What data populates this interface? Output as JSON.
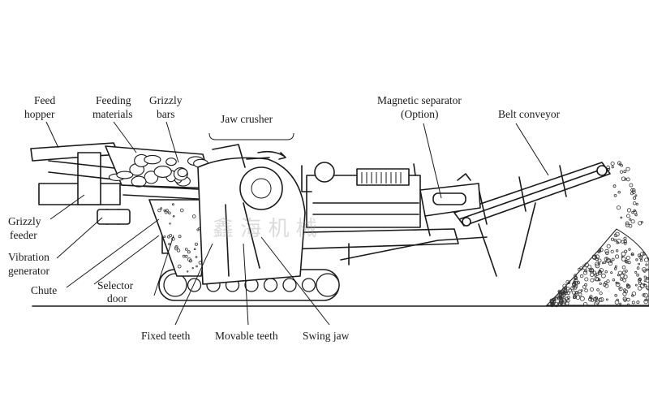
{
  "labels": {
    "feed_hopper_1": "Feed",
    "feed_hopper_2": "hopper",
    "feeding_materials_1": "Feeding",
    "feeding_materials_2": "materials",
    "grizzly_bars_1": "Grizzly",
    "grizzly_bars_2": "bars",
    "jaw_crusher": "Jaw crusher",
    "magnetic_separator_1": "Magnetic separator",
    "magnetic_separator_2": "(Option)",
    "belt_conveyor": "Belt conveyor",
    "grizzly_feeder_1": "Grizzly",
    "grizzly_feeder_2": "feeder",
    "vibration_generator_1": "Vibration",
    "vibration_generator_2": "generator",
    "chute": "Chute",
    "selector_door_1": "Selector",
    "selector_door_2": "door",
    "fixed_teeth": "Fixed teeth",
    "movable_teeth": "Movable teeth",
    "swing_jaw": "Swing jaw"
  },
  "watermark": "鑫 海 机 械",
  "colors": {
    "ink": "#1a1a1a",
    "background": "#ffffff"
  }
}
